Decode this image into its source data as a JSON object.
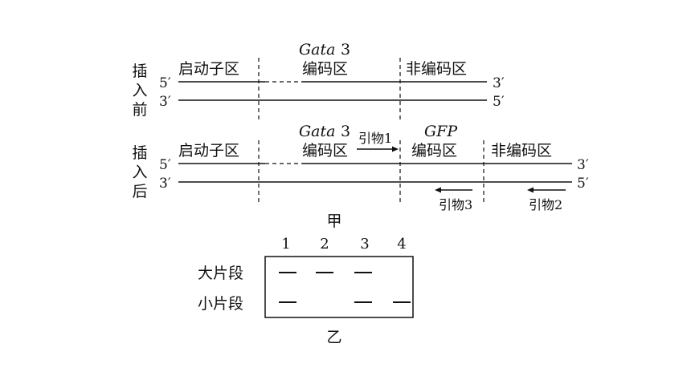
{
  "diagram_a": {
    "label": "甲",
    "before": {
      "side_label": [
        "插",
        "入",
        "前"
      ],
      "end_5_top": "5′",
      "end_3_top": "3′",
      "end_3_bottom": "3′",
      "end_5_bottom": "5′",
      "promoter": "启动子区",
      "gata_italic": "Gata",
      "gata_num": "3",
      "coding": "编码区",
      "noncoding": "非编码区"
    },
    "after": {
      "side_label": [
        "插",
        "入",
        "后"
      ],
      "end_5_top": "5′",
      "end_3_top": "3′",
      "end_3_bottom": "3′",
      "end_5_bottom": "5′",
      "promoter": "启动子区",
      "gata_italic": "Gata",
      "gata_num": "3",
      "coding": "编码区",
      "gfp": "GFP",
      "gfp_coding": "编码区",
      "noncoding": "非编码区",
      "primer1": "引物1",
      "primer2": "引物2",
      "primer3": "引物3"
    }
  },
  "diagram_b": {
    "label": "乙",
    "lanes": [
      "1",
      "2",
      "3",
      "4"
    ],
    "rows": [
      "大片段",
      "小片段"
    ],
    "bands": {
      "large": [
        true,
        true,
        true,
        false
      ],
      "small": [
        true,
        false,
        true,
        true
      ]
    }
  }
}
